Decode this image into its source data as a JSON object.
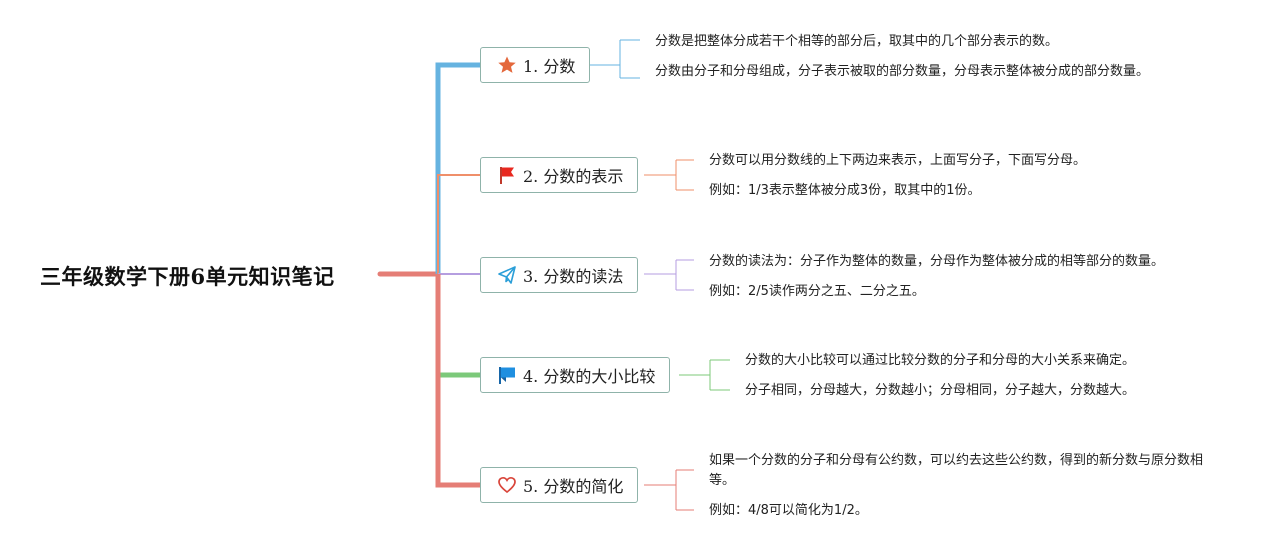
{
  "root": {
    "title": "三年级数学下册6单元知识笔记"
  },
  "colors": {
    "root_line": "#e57e76",
    "branch_1": "#66b3e0",
    "branch_2": "#ef8f6a",
    "branch_3": "#b59ee0",
    "branch_4": "#7cc97a",
    "branch_5": "#e57e76",
    "topic_border": "#8fb3aa"
  },
  "topics": [
    {
      "label": "1. 分数",
      "icon": "star-icon",
      "notes": [
        "分数是把整体分成若干个相等的部分后，取其中的几个部分表示的数。",
        "分数由分子和分母组成，分子表示被取的部分数量，分母表示整体被分成的部分数量。"
      ]
    },
    {
      "label": "2. 分数的表示",
      "icon": "flag-red-icon",
      "notes": [
        "分数可以用分数线的上下两边来表示，上面写分子，下面写分母。",
        "例如：1/3表示整体被分成3份，取其中的1份。"
      ]
    },
    {
      "label": "3. 分数的读法",
      "icon": "paper-plane-icon",
      "notes": [
        "分数的读法为：分子作为整体的数量，分母作为整体被分成的相等部分的数量。",
        "例如：2/5读作两分之五、二分之五。"
      ]
    },
    {
      "label": "4. 分数的大小比较",
      "icon": "flag-blue-icon",
      "notes": [
        "分数的大小比较可以通过比较分数的分子和分母的大小关系来确定。",
        "分子相同，分母越大，分数越小；分母相同，分子越大，分数越大。"
      ]
    },
    {
      "label": "5. 分数的简化",
      "icon": "heart-icon",
      "notes": [
        "如果一个分数的分子和分母有公约数，可以约去这些公约数，得到的新分数与原分数相等。",
        "例如：4/8可以简化为1/2。"
      ]
    }
  ]
}
